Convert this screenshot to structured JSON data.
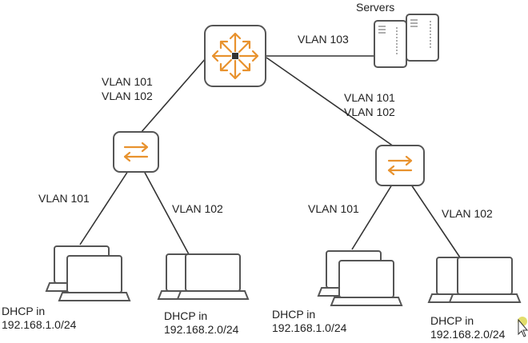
{
  "servers_label": "Servers",
  "links": {
    "core_servers": "VLAN 103",
    "core_left": [
      "VLAN 101",
      "VLAN 102"
    ],
    "core_right": [
      "VLAN 101",
      "VLAN 102"
    ],
    "left_a": "VLAN 101",
    "left_b": "VLAN 102",
    "right_a": "VLAN 101",
    "right_b": "VLAN 102"
  },
  "hosts": [
    {
      "line1": "DHCP in",
      "line2": "192.168.1.0/24"
    },
    {
      "line1": "DHCP in",
      "line2": "192.168.2.0/24"
    },
    {
      "line1": "DHCP in",
      "line2": "192.168.1.0/24"
    },
    {
      "line1": "DHCP in",
      "line2": "192.168.2.0/24"
    }
  ],
  "colors": {
    "accent": "#e8922e",
    "line": "#333333",
    "device": "#555555"
  },
  "icons": [
    "core-switch-icon",
    "switch-icon",
    "server-icon",
    "laptop-icon",
    "mouse-cursor-icon"
  ]
}
